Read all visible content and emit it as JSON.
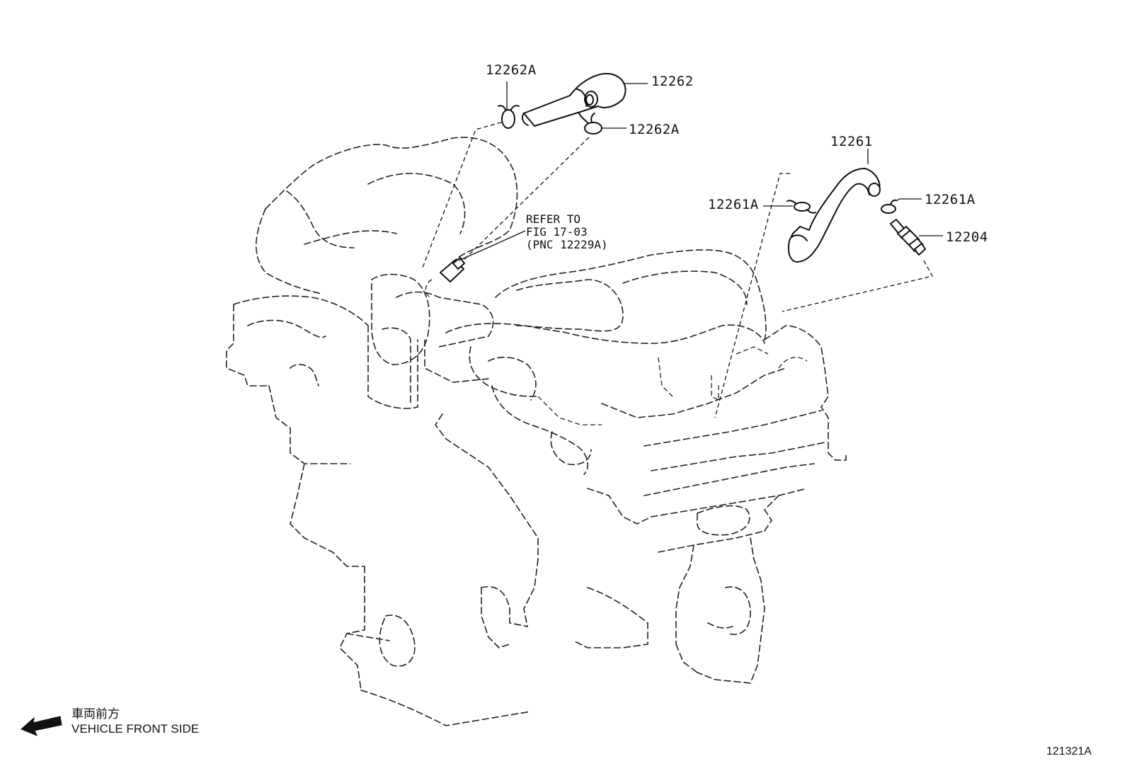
{
  "diagram": {
    "drawing_code": "121321A",
    "direction_legend": {
      "line_jp": "車両前方",
      "line_en": "VEHICLE FRONT SIDE"
    },
    "reference_note": {
      "line1": "REFER TO",
      "line2": "FIG 17-03",
      "line3": "(PNC 12229A)"
    },
    "parts": {
      "hose_upper": "12262",
      "clamp_upper_left": "12262A",
      "clamp_upper_right": "12262A",
      "hose_right": "12261",
      "clamp_right_left": "12261A",
      "clamp_right_right": "12261A",
      "pcv_valve": "12204"
    }
  }
}
